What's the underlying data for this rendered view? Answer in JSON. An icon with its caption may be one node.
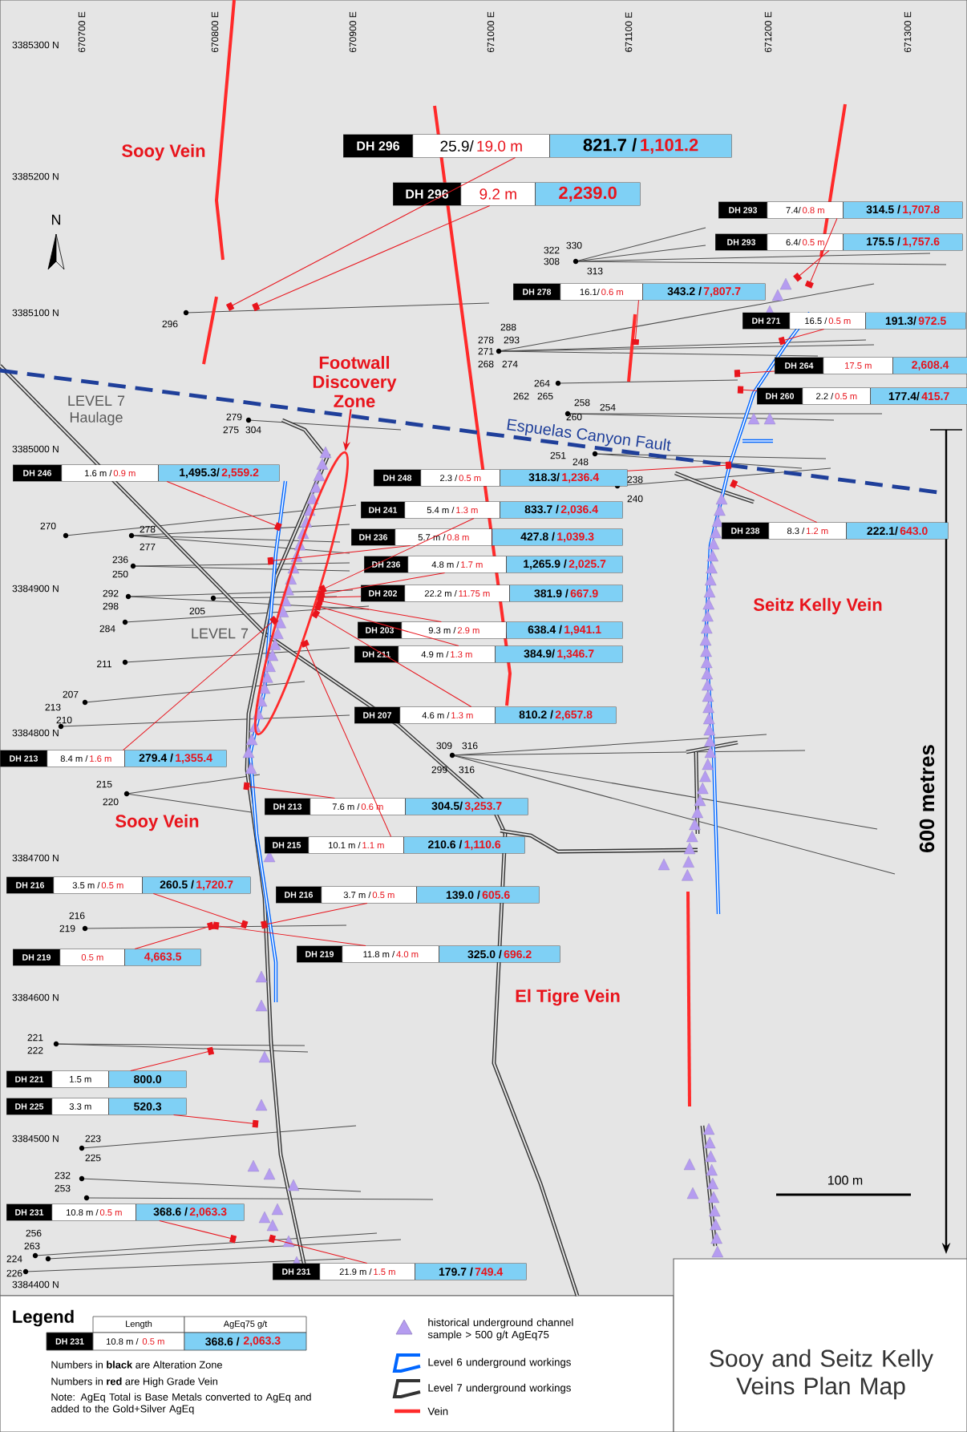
{
  "diagram": {
    "title": "Sooy and Seitz Kelly Veins Plan Map",
    "nodes": [
      {
        "text": [
          "Footwall Discovery Zone"
        ]
      },
      {
        "text": [],
        "shape": "ellipse"
      },
      {
        "text": [
          "DH 296",
          "25.9/",
          "19.0 m",
          "821.7 /",
          "1,101.2"
        ]
      },
      {
        "text": [
          "DH 296",
          "9.2 m",
          "2,239.0"
        ]
      },
      {
        "text": [
          "DH 293",
          "7.4/",
          "0.8 m",
          "314.5 /",
          "1,707.8"
        ]
      },
      {
        "text": [
          "DH 293",
          "6.4/",
          "0.5 m",
          "175.5 /",
          "1,757.6"
        ]
      },
      {
        "text": [
          "DH 278",
          "16.1/",
          "0.6 m",
          "343.2 /",
          "7,807.7"
        ]
      },
      {
        "text": [
          "DH 271",
          "16.5 /",
          "0.5 m",
          "191.3/",
          "972.5"
        ]
      },
      {
        "text": [
          "DH 264",
          "17.5 m",
          "2,608.4"
        ]
      },
      {
        "text": [
          "DH 260",
          "2.2 /",
          "0.5 m",
          "177.4/",
          "415.7"
        ]
      },
      {
        "text": [
          "DH 246",
          "1.6 m /",
          "0.9 m",
          "1,495.3/",
          "2,559.2"
        ]
      },
      {
        "text": [
          "DH 248",
          "2.3 /",
          "0.5 m",
          "318.3/",
          "1,236.4"
        ]
      },
      {
        "text": [
          "DH 241",
          "5.4 m /",
          "1.3 m",
          "833.7 /",
          "2,036.4"
        ]
      },
      {
        "text": [
          "DH 238",
          "8.3 /",
          "1.2 m",
          "222.1/",
          "643.0"
        ]
      },
      {
        "text": [
          "DH 236",
          "5.7 m /",
          "0.8 m",
          "427.8 /",
          "1,039.3"
        ]
      },
      {
        "text": [
          "DH 236",
          "4.8 m /",
          "1.7 m",
          "1,265.9 /",
          "2,025.7"
        ]
      },
      {
        "text": [
          "DH 202",
          "22.2 m /",
          "11.75 m",
          "381.9 /",
          "667.9"
        ]
      },
      {
        "text": [
          "DH 203",
          "9.3 m /",
          "2.9 m",
          "638.4 /",
          "1,941.1"
        ]
      },
      {
        "text": [
          "DH 211",
          "4.9 m /",
          "1.3 m",
          "384.9/",
          "1,346.7"
        ]
      },
      {
        "text": [
          "DH 207",
          "4.6 m /",
          "1.3 m",
          "810.2 /",
          "2,657.8"
        ]
      },
      {
        "text": [
          "DH 213",
          "8.4 m /",
          "1.6 m",
          "279.4 /",
          "1,355.4"
        ]
      },
      {
        "text": [
          "DH 213",
          "7.6 m /",
          "0.6 m",
          "304.5/",
          "3,253.7"
        ]
      },
      {
        "text": [
          "DH 215",
          "10.1 m /",
          "1.1 m",
          "210.6 /",
          "1,110.6"
        ]
      },
      {
        "text": [
          "DH 216",
          "3.5 m /",
          "0.5 m",
          "260.5 /",
          "1,720.7"
        ]
      },
      {
        "text": [
          "DH 216",
          "3.7 m /",
          "0.5 m",
          "139.0 /",
          "605.6"
        ]
      },
      {
        "text": [
          "DH 219",
          "11.8 m /",
          "4.0 m",
          "325.0 /",
          "696.2"
        ]
      },
      {
        "text": [
          "DH 219",
          "0.5 m",
          "4,663.5"
        ]
      },
      {
        "text": [
          "DH 221",
          "1.5 m",
          "800.0"
        ]
      },
      {
        "text": [
          "DH 225",
          "3.3 m",
          "520.3"
        ]
      },
      {
        "text": [
          "DH 231",
          "10.8 m /",
          "0.5 m",
          "368.6 /",
          "2,063.3"
        ]
      },
      {
        "text": [
          "DH 231",
          "21.9 m /",
          "1.5 m",
          "179.7 /",
          "749.4"
        ]
      }
    ],
    "edges": [
      {
        "from": 0,
        "to": 1,
        "arrow": "to"
      },
      {
        "from": 2,
        "to": null,
        "arrow": "other"
      },
      {
        "from": 3,
        "to": null,
        "arrow": "other"
      },
      {
        "from": 4,
        "to": null,
        "arrow": "other"
      },
      {
        "from": 5,
        "to": null,
        "arrow": "other"
      },
      {
        "from": 6,
        "to": null,
        "arrow": "other"
      },
      {
        "from": 7,
        "to": null,
        "arrow": "other"
      },
      {
        "from": 8,
        "to": null,
        "arrow": "other"
      },
      {
        "from": 9,
        "to": null,
        "arrow": "other"
      },
      {
        "from": 10,
        "to": null,
        "arrow": "other"
      },
      {
        "from": 11,
        "to": null,
        "arrow": "other"
      },
      {
        "from": 12,
        "to": 1,
        "arrow": "other"
      },
      {
        "from": 13,
        "to": null,
        "arrow": "other"
      },
      {
        "from": 14,
        "to": null,
        "arrow": "other"
      },
      {
        "from": 15,
        "to": 1,
        "arrow": "other"
      },
      {
        "from": 16,
        "to": 1,
        "arrow": "other"
      },
      {
        "from": 17,
        "to": 1,
        "arrow": "other"
      },
      {
        "from": 18,
        "to": 1,
        "arrow": "other"
      },
      {
        "from": 19,
        "to": 1,
        "arrow": "other"
      },
      {
        "from": 20,
        "to": 1,
        "arrow": "other"
      },
      {
        "from": 21,
        "to": null,
        "arrow": "other"
      },
      {
        "from": 22,
        "to": 1,
        "arrow": "other"
      },
      {
        "from": 23,
        "to": null,
        "arrow": "other"
      },
      {
        "from": 24,
        "to": null,
        "arrow": "other"
      },
      {
        "from": 25,
        "to": null,
        "arrow": "other"
      },
      {
        "from": 26,
        "to": null,
        "arrow": "other"
      },
      {
        "from": 27,
        "to": null,
        "arrow": "other"
      },
      {
        "from": 28,
        "to": null,
        "arrow": "other"
      },
      {
        "from": 29,
        "to": null,
        "arrow": "other"
      },
      {
        "from": 30,
        "to": null,
        "arrow": "other"
      }
    ],
    "labels": [
      "670700 E",
      "670800 E",
      "670900 E",
      "671000 E",
      "671100 E",
      "671200 E",
      "671300 E",
      "3385300 N",
      "3385200 N",
      "Sooy Vein",
      "N",
      "330",
      "322",
      "308",
      "313",
      "3385100 N",
      "296",
      "288",
      "278",
      "293",
      "271",
      "268",
      "274",
      "264",
      "262",
      "265",
      "258",
      "254",
      "LEVEL 7 Haulage",
      "279",
      "260",
      "275",
      "304",
      "Espuelas Canyon Fault",
      "3385000 N",
      "251",
      "248",
      "238",
      "240",
      "270",
      "278",
      "277",
      "236",
      "250",
      "3384900 N",
      "292",
      "298",
      "Seitz Kelly Vein",
      "205",
      "284",
      "LEVEL 7",
      "211",
      "207",
      "213",
      "210",
      "3384800 N",
      "309",
      "316",
      "299",
      "316",
      "215",
      "600 metres",
      "220",
      "Sooy Vein",
      "3384700 N",
      "216",
      "219",
      "3384600 N",
      "El Tigre Vein",
      "221",
      "222",
      "3384500 N",
      "223",
      "225",
      "232",
      "100 m",
      "253",
      "256",
      "263",
      "224",
      "226",
      "3384400 N",
      "Legend",
      "Length",
      "AgEq75 g/t",
      "DH 231",
      "10.8 m /",
      "0.5 m",
      "368.6 /",
      "2,063.3",
      "Numbers in **black** are Alteration Zone",
      "Numbers in **red** are High Grade Vein",
      "Note: AgEq Total is Base Metals converted to AgEq and added to the Gold+Silver AgEq"
    ],
    "legend": [
      {
        "text": "historical underground channel sample > 500 g/t AgEq75"
      },
      {
        "text": "Level 6 underground workings"
      },
      {
        "text": "Level 7 underground workings"
      },
      {
        "text": "Vein"
      }
    ]
  }
}
